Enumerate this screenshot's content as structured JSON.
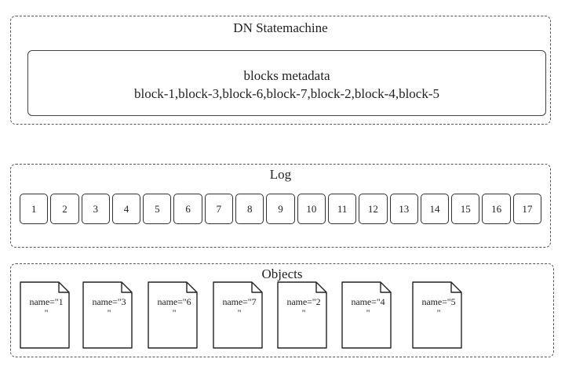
{
  "statemachine": {
    "title": "DN Statemachine",
    "metadata_title": "blocks metadata",
    "metadata_list": "block-1,block-3,block-6,block-7,block-2,block-4,block-5"
  },
  "log": {
    "title": "Log",
    "entries": [
      "1",
      "2",
      "3",
      "4",
      "5",
      "6",
      "7",
      "8",
      "9",
      "10",
      "11",
      "12",
      "13",
      "14",
      "15",
      "16",
      "17"
    ]
  },
  "objects": {
    "title": "Objects",
    "items": [
      "name=\"1\n\"",
      "name=\"3\n\"",
      "name=\"6\n\"",
      "name=\"7\n\"",
      "name=\"2\n\"",
      "name=\"4\n\"",
      "name=\"5\n\""
    ]
  }
}
